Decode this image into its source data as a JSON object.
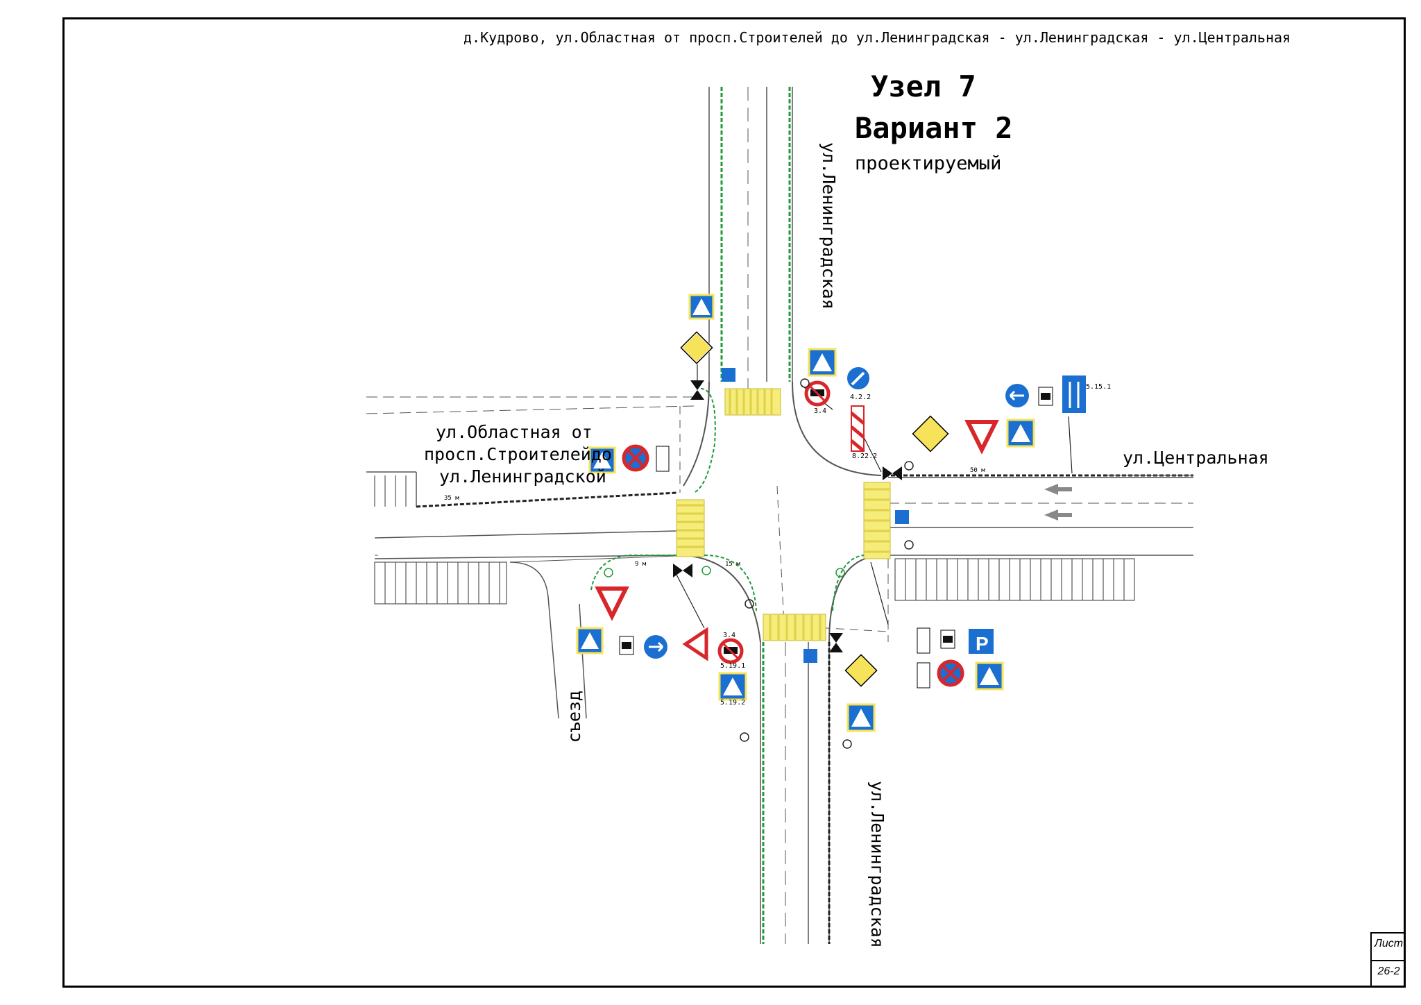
{
  "header": {
    "title": "д.Кудрово, ул.Областная от просп.Строителей до ул.Ленинградская - ул.Ленинградская - ул.Центральная"
  },
  "node": {
    "title": "Узел 7",
    "variant": "Вариант 2",
    "status": "проектируемый"
  },
  "streets": {
    "tsentralnaya": "ул.Центральная",
    "oblastnaya_line1": "ул.Областная от",
    "oblastnaya_line2": "просп.Строителейдо",
    "oblastnaya_line3": "ул.Ленинградской",
    "leningradskaya_north": "ул.Ленинградская",
    "leningradskaya_south": "ул.Ленинградская",
    "sezd": "съезд"
  },
  "sign_codes": {
    "c1": "3.4",
    "c2": "4.2.2",
    "c3": "8.22.2",
    "c4": "5.15.1",
    "c5": "5.19.1",
    "c6": "5.19.2",
    "c7": "3.4"
  },
  "distances": {
    "d35": "35 м",
    "d50": "50 м",
    "d9": "9 м",
    "d15": "15 м"
  },
  "sheet": {
    "label": "Лист",
    "number": "26-2"
  },
  "colors": {
    "crosswalk": "#f5ec7a",
    "sign_blue": "#1a6fd1",
    "sign_red": "#d8262b",
    "priority_yellow": "#f6e35a",
    "green_line": "#1e9b3a"
  },
  "icons": [
    "pedestrian-crossing-sign-icon",
    "main-road-sign-icon",
    "give-way-sign-icon",
    "no-parking-sign-icon",
    "no-trucks-sign-icon",
    "keep-left-sign-icon",
    "parking-sign-icon",
    "straight-only-sign-icon",
    "lane-direction-sign-icon",
    "traffic-light-icon"
  ]
}
